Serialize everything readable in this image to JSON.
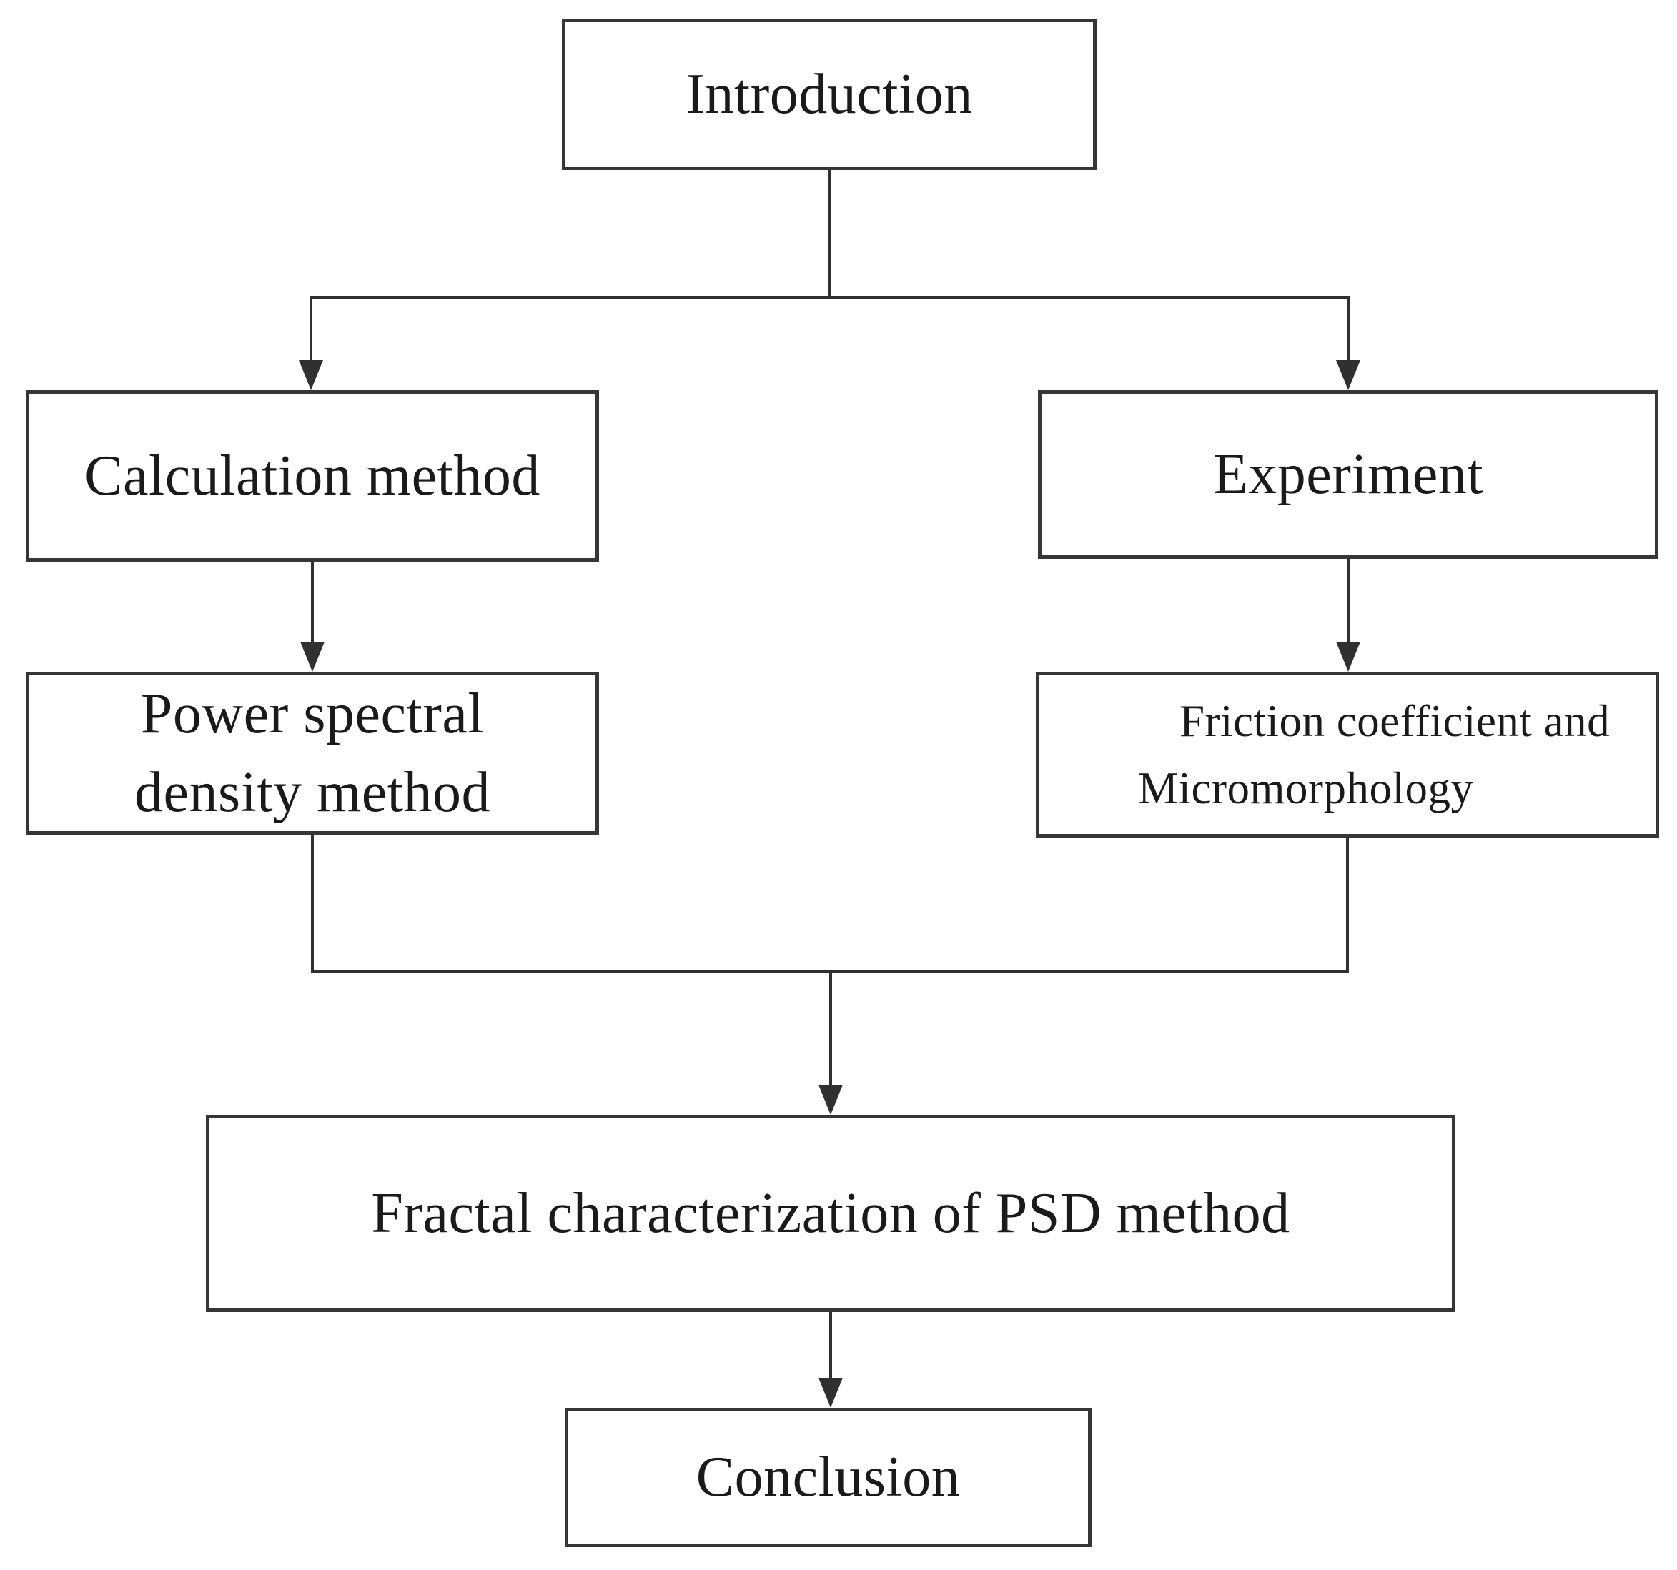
{
  "figure": {
    "type": "flowchart",
    "background_color": "#ffffff",
    "box_border_color": "#363636",
    "line_color": "#303030",
    "text_color": "#1a1a1a"
  },
  "nodes": [
    {
      "id": "introduction",
      "label": "Introduction"
    },
    {
      "id": "calculation-method",
      "label": "Calculation method"
    },
    {
      "id": "experiment",
      "label": "Experiment"
    },
    {
      "id": "power-spectral-density-method",
      "label": "Power spectral\ndensity method"
    },
    {
      "id": "friction-coefficient-and-micromorphology",
      "label": "Friction coefficient and\nMicromorphology"
    },
    {
      "id": "fractal-characterization-of-psd-method",
      "label": "Fractal characterization of PSD method"
    },
    {
      "id": "conclusion",
      "label": "Conclusion"
    }
  ],
  "edges": [
    {
      "from": "introduction",
      "to": "calculation-method",
      "arrow": true
    },
    {
      "from": "introduction",
      "to": "experiment",
      "arrow": true
    },
    {
      "from": "calculation-method",
      "to": "power-spectral-density-method",
      "arrow": true
    },
    {
      "from": "experiment",
      "to": "friction-coefficient-and-micromorphology",
      "arrow": true
    },
    {
      "from": "power-spectral-density-method",
      "to": "fractal-characterization-of-psd-method",
      "arrow": true
    },
    {
      "from": "friction-coefficient-and-micromorphology",
      "to": "fractal-characterization-of-psd-method",
      "arrow": true
    },
    {
      "from": "fractal-characterization-of-psd-method",
      "to": "conclusion",
      "arrow": true
    }
  ]
}
